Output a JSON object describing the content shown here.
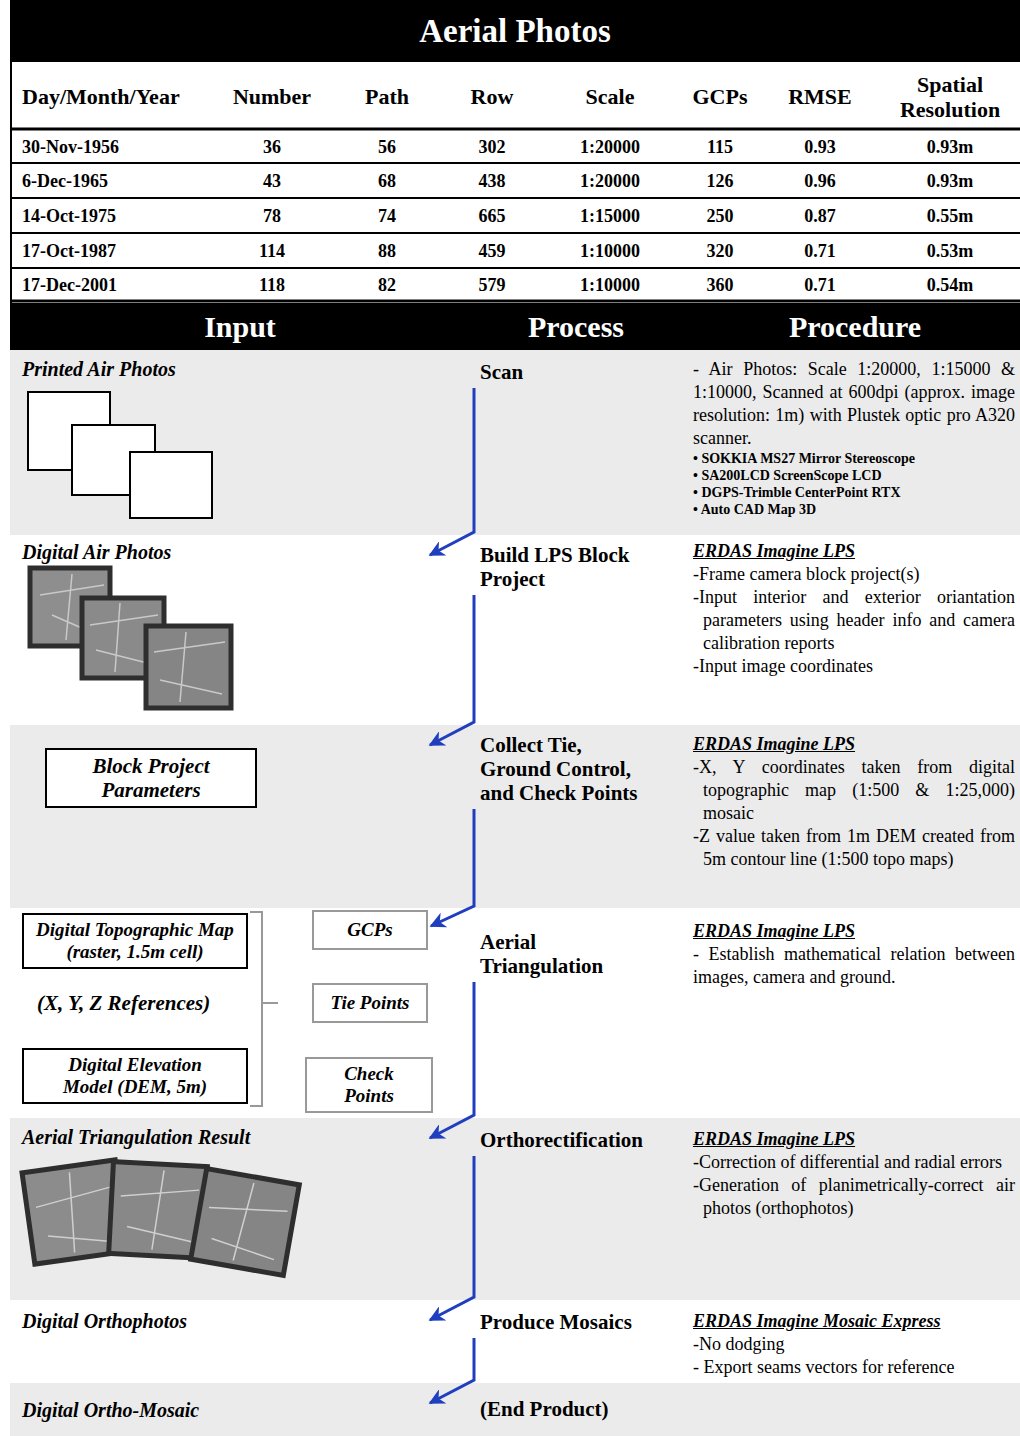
{
  "diagram": {
    "title": "Aerial Photos",
    "nodes": [
      {
        "text": [
          "Printed Air Photos",
          "Scan",
          "- Air Photos: Scale 1:20000, 1:15000 & 1:10000, Scanned at 600dpi (approx. image resolution: 1m) with Plustek optic pro A320 scanner.",
          "• SOKKIA MS27 Mirror Stereoscope",
          "• SA200LCD ScreenScope LCD",
          "• DGPS-Trimble CenterPoint RTX",
          "• Auto CAD Map 3D"
        ]
      },
      {
        "text": [
          "Digital Air Photos",
          "Build LPS Block Project",
          "ERDAS Imagine LPS",
          "-Frame camera block project(s)",
          "-Input interior and exterior oriantation parameters using header info and camera calibration reports",
          "-Input image coordinates"
        ]
      },
      {
        "text": [
          "Collect Tie, Ground Control, and Check Points",
          "ERDAS Imagine LPS",
          "-X, Y coordinates taken from digital topographic map (1:500 & 1:25,000) mosaic",
          "-Z value taken from 1m DEM created from 5m contour line (1:500 topo maps)"
        ]
      },
      {
        "text": [
          "Block Project Parameters"
        ],
        "in": 2
      },
      {
        "text": [
          "(X, Y, Z References)",
          "Aerial Triangulation",
          "ERDAS Imagine LPS",
          "- Establish mathematical relation between images, camera and ground."
        ]
      },
      {
        "text": [
          "Digital Topographic Map (raster, 1.5m cell)"
        ],
        "in": 4
      },
      {
        "text": [
          "Digital Elevation Model (DEM, 5m)"
        ],
        "in": 4
      },
      {
        "text": [
          "GCPs"
        ],
        "in": 4
      },
      {
        "text": [
          "Tie Points"
        ],
        "in": 4
      },
      {
        "text": [
          "Check Points"
        ],
        "in": 4
      },
      {
        "text": [
          "Aerial Triangulation Result",
          "Orthorectification",
          "ERDAS Imagine LPS",
          "-Correction of differential and radial errors",
          "-Generation of planimetrically-correct air photos (orthophotos)"
        ]
      },
      {
        "text": [
          "Digital Orthophotos",
          "Produce Mosaics",
          "ERDAS Imagine Mosaic Express",
          "-No dodging",
          "- Export seams vectors for reference"
        ]
      },
      {
        "text": [
          "Digital Ortho-Mosaic",
          "(End Product)"
        ]
      }
    ],
    "edges": [
      {
        "from": 0,
        "to": 1,
        "arrow": "to"
      },
      {
        "from": 1,
        "to": 2,
        "arrow": "to"
      },
      {
        "from": 2,
        "to": 7,
        "arrow": "to"
      },
      {
        "from": 4,
        "to": 10,
        "arrow": "to"
      },
      {
        "from": 10,
        "to": 11,
        "arrow": "to"
      },
      {
        "from": 11,
        "to": 12,
        "arrow": "to"
      }
    ],
    "labels": [
      "Day/Month/Year",
      "Number",
      "Path",
      "Row",
      "Scale",
      "GCPs",
      "RMSE",
      "Spatial Resolution",
      "30-Nov-1956",
      "36",
      "56",
      "302",
      "1:20000",
      "115",
      "0.93",
      "0.93m",
      "6-Dec-1965",
      "43",
      "68",
      "438",
      "1:20000",
      "126",
      "0.96",
      "0.93m",
      "14-Oct-1975",
      "78",
      "74",
      "665",
      "1:15000",
      "250",
      "0.87",
      "0.55m",
      "17-Oct-1987",
      "114",
      "88",
      "459",
      "1:10000",
      "320",
      "0.71",
      "0.53m",
      "17-Dec-2001",
      "118",
      "82",
      "579",
      "1:10000",
      "360",
      "0.71",
      "0.54m",
      "Input",
      "Process",
      "Procedure"
    ]
  }
}
